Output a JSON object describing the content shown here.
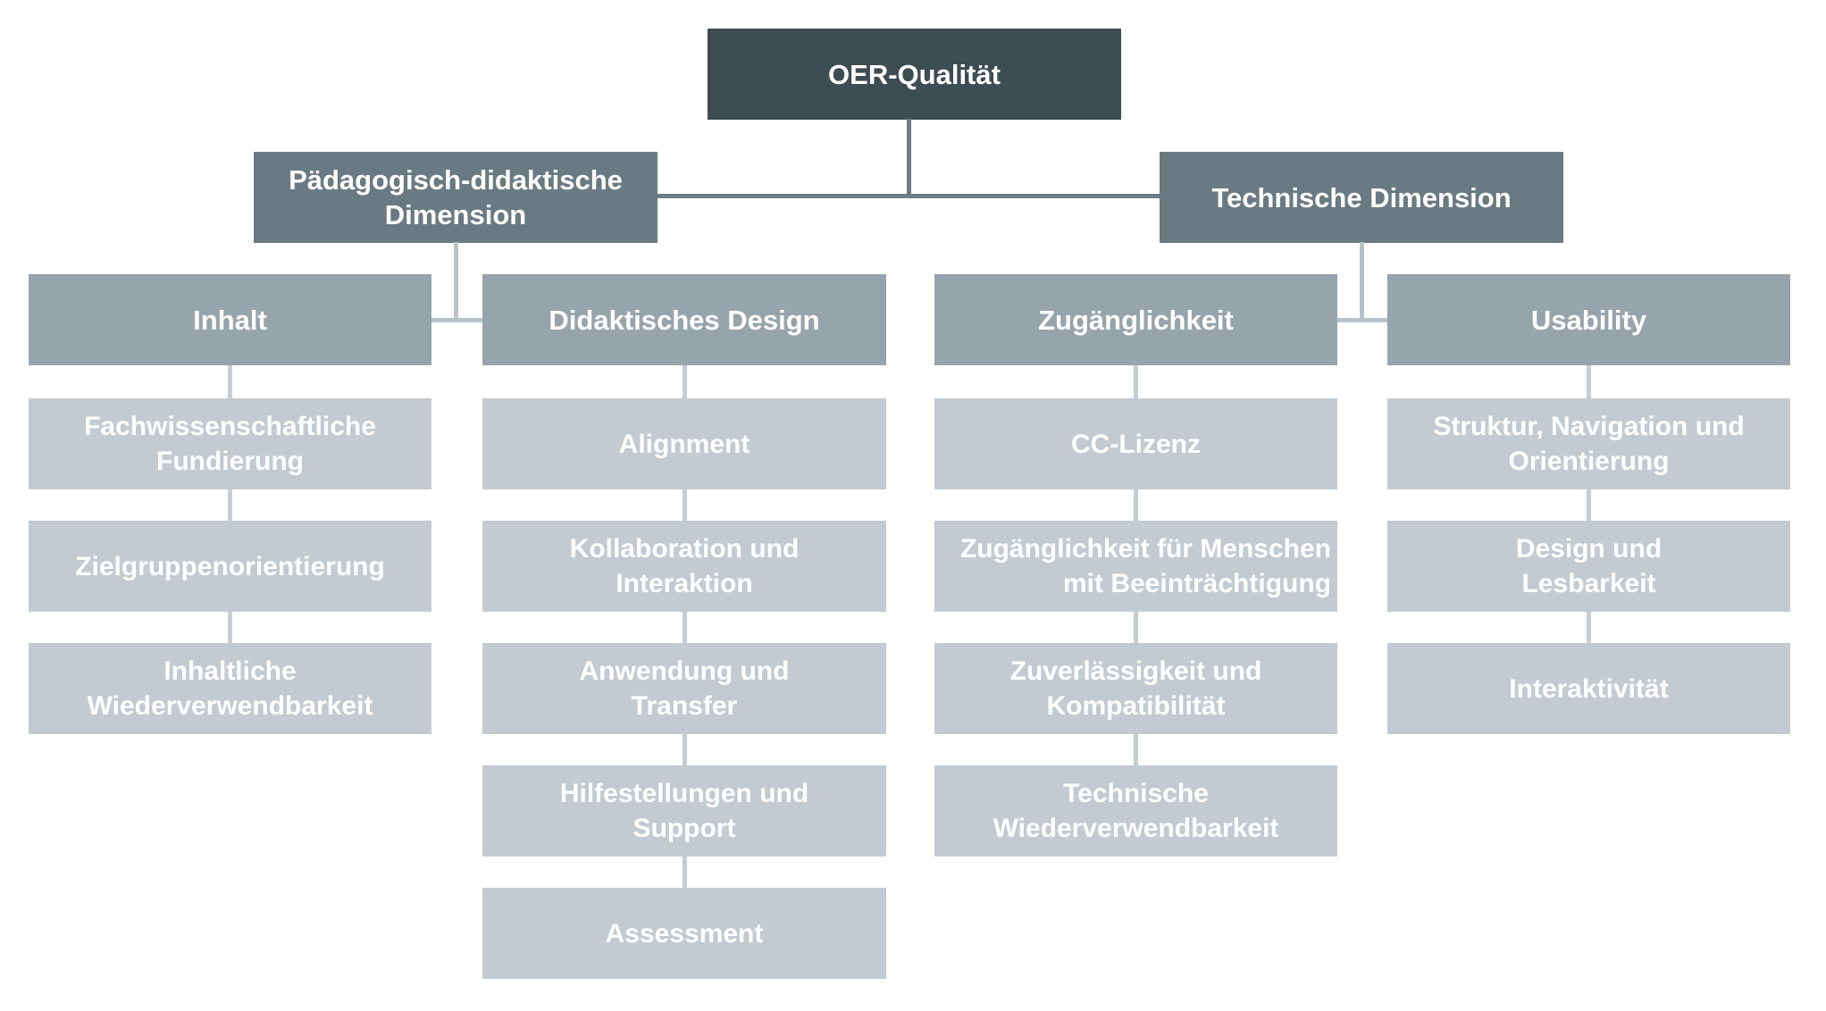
{
  "root": {
    "label": "OER-Qualität"
  },
  "branches": [
    {
      "label": "Pädagogisch-didaktische\nDimension",
      "columns": [
        {
          "header": "Inhalt",
          "items": [
            "Fachwissenschaftliche\nFundierung",
            "Zielgruppenorientierung",
            "Inhaltliche\nWiederverwendbarkeit"
          ]
        },
        {
          "header": "Didaktisches Design",
          "items": [
            "Alignment",
            "Kollaboration und\nInteraktion",
            "Anwendung und\nTransfer",
            "Hilfestellungen und\nSupport",
            "Assessment"
          ]
        }
      ]
    },
    {
      "label": "Technische Dimension",
      "columns": [
        {
          "header": "Zugänglichkeit",
          "items": [
            "CC-Lizenz",
            "Zugänglichkeit für Menschen\nmit Beeinträchtigung",
            "Zuverlässigkeit und\nKompatibilität",
            "Technische\nWiederverwendbarkeit"
          ]
        },
        {
          "header": "Usability",
          "items": [
            "Struktur, Navigation und\nOrientierung",
            "Design und\nLesbarkeit",
            "Interaktivität"
          ]
        }
      ]
    }
  ],
  "colors": {
    "root_box": "#3E4C54",
    "dimension_box": "#6A7A82",
    "category_box": "#97A4AC",
    "criterion_box": "#C3CAD1",
    "connector_dark": "#6F7E86",
    "connector_light": "#B7C2C9",
    "connector_stub": "#C6CDD3",
    "text": "#FFFFFF"
  }
}
